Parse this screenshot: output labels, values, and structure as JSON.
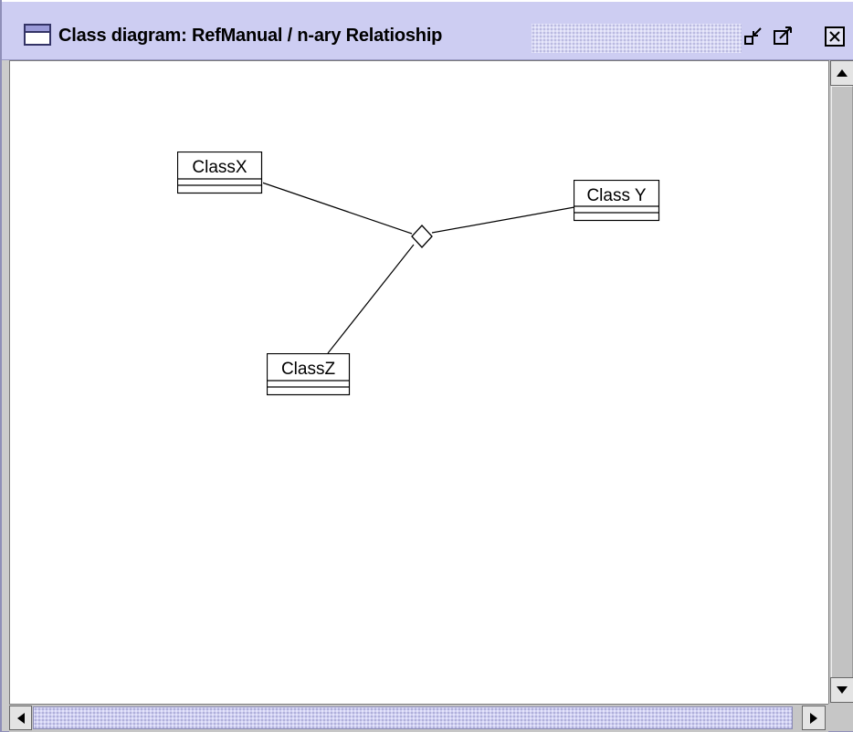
{
  "window": {
    "title": "Class diagram: RefManual / n-ary Relatioship",
    "icon": "window-icon",
    "buttons": [
      {
        "name": "iconify",
        "icon": "minimize-icon"
      },
      {
        "name": "maximize",
        "icon": "maximize-icon"
      },
      {
        "name": "close",
        "icon": "close-icon"
      }
    ]
  },
  "diagram": {
    "classes": [
      {
        "id": "classx",
        "name": "ClassX"
      },
      {
        "id": "classy",
        "name": "Class Y"
      },
      {
        "id": "classz",
        "name": "ClassZ"
      }
    ],
    "relationship": {
      "type": "n-ary association",
      "symbol": "diamond",
      "connects": [
        "ClassX",
        "Class Y",
        "ClassZ"
      ]
    }
  },
  "scrollbars": {
    "vertical": {
      "up_icon": "arrow-up-icon",
      "down_icon": "arrow-down-icon"
    },
    "horizontal": {
      "left_icon": "arrow-left-icon",
      "right_icon": "arrow-right-icon"
    }
  },
  "colors": {
    "titlebar": "#cdcdf2",
    "border": "#8f8fb8",
    "canvas": "#ffffff"
  }
}
